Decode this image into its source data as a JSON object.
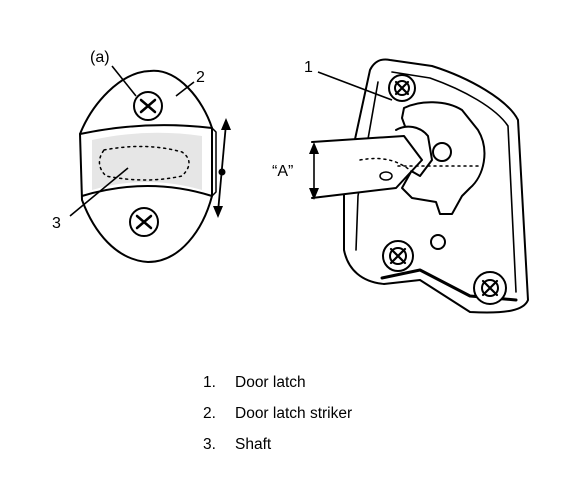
{
  "callouts": {
    "a": "(a)",
    "one": "1",
    "two": "2",
    "three": "3",
    "dim_A": "“A”"
  },
  "legend": [
    {
      "num": "1.",
      "label": "Door latch"
    },
    {
      "num": "2.",
      "label": "Door latch striker"
    },
    {
      "num": "3.",
      "label": "Shaft"
    }
  ]
}
